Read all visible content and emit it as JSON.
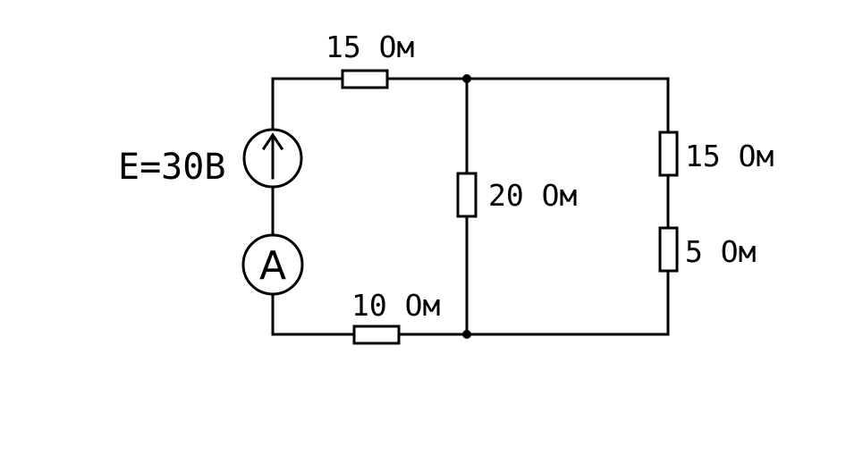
{
  "source": {
    "label": "E=30В",
    "arrow_direction": "up"
  },
  "ammeter": {
    "symbol": "A"
  },
  "resistors": [
    {
      "id": "r-top",
      "label": "15 Ом",
      "orientation": "horizontal"
    },
    {
      "id": "r-bottom",
      "label": "10 Ом",
      "orientation": "horizontal"
    },
    {
      "id": "r-middle",
      "label": "20 Ом",
      "orientation": "vertical"
    },
    {
      "id": "r-right-upper",
      "label": "15 Ом",
      "orientation": "vertical"
    },
    {
      "id": "r-right-lower",
      "label": "5 Ом",
      "orientation": "vertical"
    }
  ],
  "colors": {
    "line": "#000000",
    "background": "#ffffff"
  }
}
